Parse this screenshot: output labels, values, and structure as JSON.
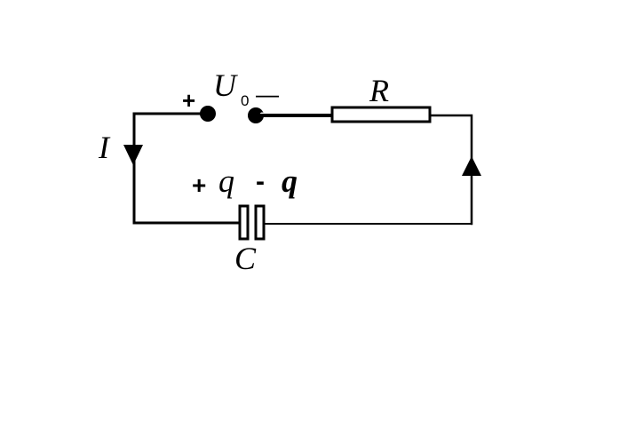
{
  "diagram": {
    "source": {
      "symbol": "U",
      "subscript": "0",
      "plus_sign": "+",
      "minus_sign": "—"
    },
    "resistor": {
      "symbol": "R"
    },
    "current": {
      "symbol": "I"
    },
    "capacitor": {
      "symbol": "C",
      "plus_sign": "+",
      "left_charge": "q",
      "minus_sign": "-",
      "right_charge": "q"
    }
  }
}
